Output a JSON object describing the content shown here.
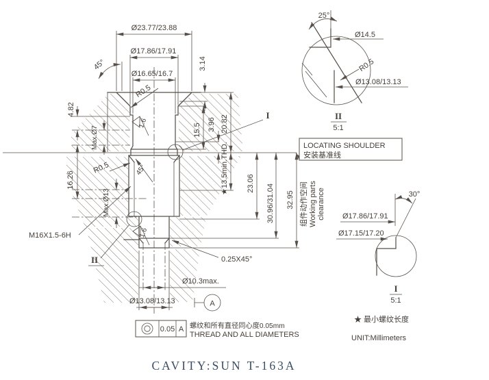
{
  "colors": {
    "line": "#57504a",
    "text": "#443e38",
    "title": "#3b4d60",
    "background": "#ffffff"
  },
  "main": {
    "dia_top1": "Ø23.77/23.88",
    "dia_top2": "Ø17.86/17.91",
    "dia_top3": "Ø16.65/16.7",
    "angle_top": "45°",
    "r_top": "R0.5",
    "depth_314": "3.14",
    "dim_482": "4.82",
    "max_d7": "Max.Ø7",
    "dim_1626": "16.26",
    "r_mid": "R0.5",
    "max_d13": "Max.Ø13",
    "angle_mid": "45°",
    "finish1": "1.6",
    "finish2": "1.6",
    "dim_155": "15.5",
    "dim_396": "3.96",
    "dim_2082": "20.82",
    "thd_min": "★13.5min.THD.",
    "dim_2306": "23.06",
    "dim_3096": "30.96/31.04",
    "dim_3295": "32.95",
    "thread": "M16X1.5-6H",
    "chamfer_bot": "0.25X45°",
    "dia_hole": "Ø10.3max.",
    "dia_bot": "Ø13.08/13.13",
    "datum_a": "A",
    "ref_i": "I",
    "ref_ii": "II",
    "clearance_cn": "组件动作空间",
    "clearance_en1": "Working parts",
    "clearance_en2": "clearance"
  },
  "shoulder": {
    "en": "LOCATING SHOULDER",
    "cn": "安装基准线"
  },
  "detail2": {
    "angle": "25°",
    "dia1": "Ø14.5",
    "r": "R0.5",
    "dia2": "Ø13.08/13.13",
    "label": "II",
    "scale": "5:1"
  },
  "detail1": {
    "angle": "30°",
    "dia1": "Ø17.86/17.91",
    "dia2": "Ø17.15/17.20",
    "label": "I",
    "scale": "5:1"
  },
  "notes": {
    "fcf_symbol": "concentricity",
    "fcf_tol": "0.05",
    "fcf_datum": "A",
    "conc_cn": "螺纹和所有直径同心度0.05mm",
    "conc_en": "THREAD AND ALL DIAMETERS",
    "star": "★ 最小螺纹长度",
    "unit": "UNIT:Millimeters"
  },
  "title": "CAVITY:SUN T-163A"
}
